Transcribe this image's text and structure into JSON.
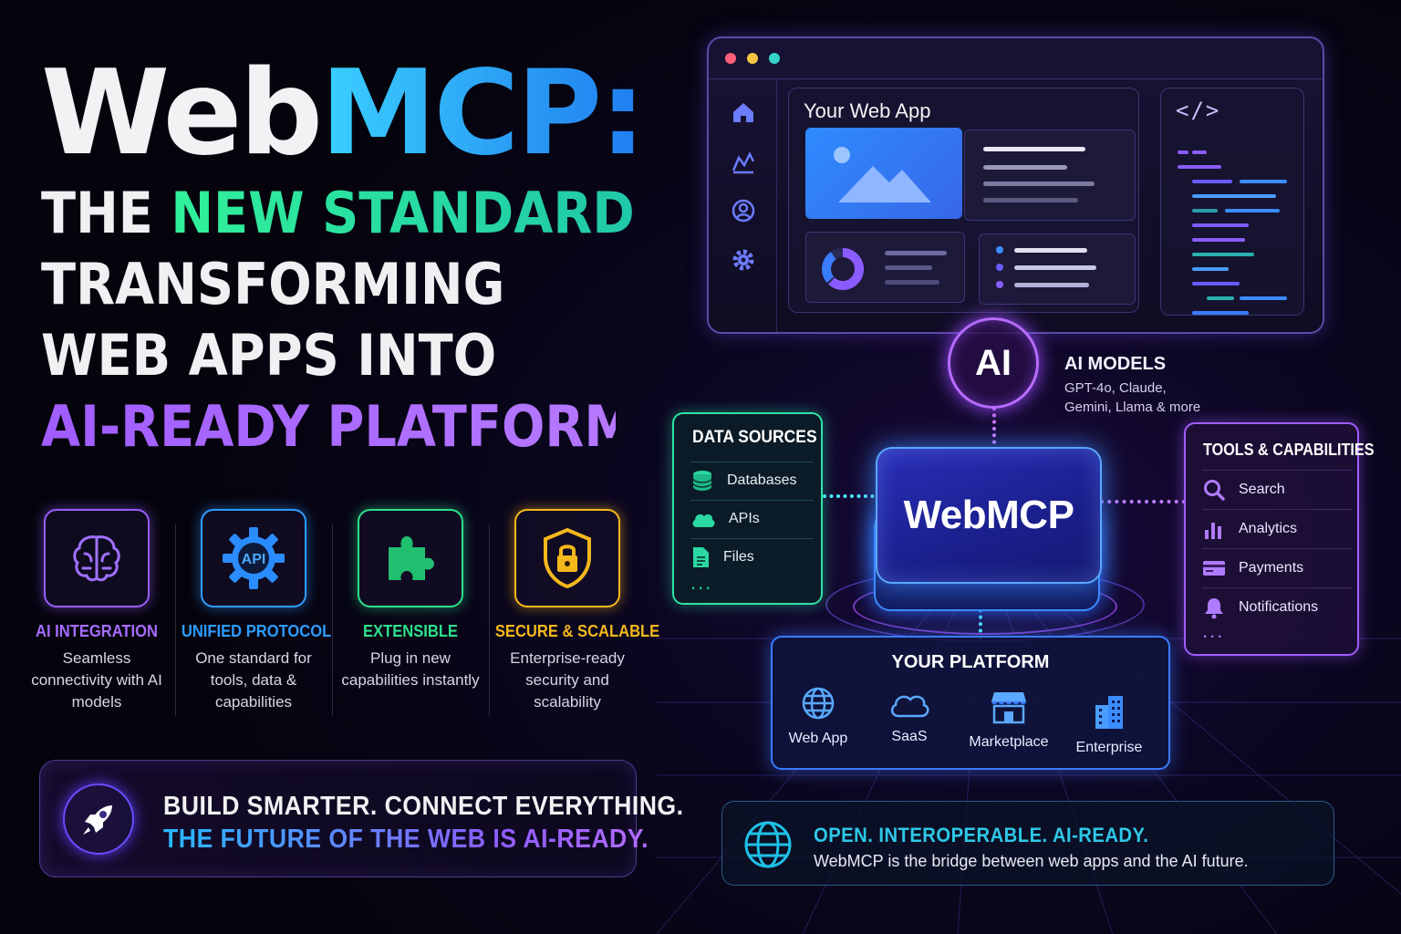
{
  "headline": {
    "title_part1": "Web",
    "title_part2": "MCP:",
    "line1_part1": "THE ",
    "line1_part2": "NEW STANDARD",
    "line2": "TRANSFORMING",
    "line3": "WEB APPS INTO",
    "line4": "AI-READY PLATFORMS"
  },
  "features": [
    {
      "icon": "brain-icon",
      "title": "AI INTEGRATION",
      "desc": "Seamless connectivity with AI models",
      "color": "#a66cff"
    },
    {
      "icon": "api-gear-icon",
      "title": "UNIFIED PROTOCOL",
      "desc": "One standard for tools, data & capabilities",
      "color": "#2e9cff"
    },
    {
      "icon": "puzzle-icon",
      "title": "EXTENSIBLE",
      "desc": "Plug in new capabilities instantly",
      "color": "#2ee08a"
    },
    {
      "icon": "shield-lock-icon",
      "title": "SECURE & SCALABLE",
      "desc": "Enterprise-ready security and scalability",
      "color": "#f5b81c"
    }
  ],
  "api_icon_text": "API",
  "banner_left": {
    "icon": "rocket-icon",
    "line1": "BUILD SMARTER. CONNECT EVERYTHING.",
    "line2": "THE FUTURE OF THE WEB IS AI-READY."
  },
  "browser": {
    "window_dots": [
      "#ff5f7a",
      "#f5c542",
      "#34d5c8"
    ],
    "sidebar_icons": [
      "home-icon",
      "analytics-icon",
      "user-icon",
      "settings-icon"
    ],
    "app_title": "Your Web App",
    "code_title": "</>"
  },
  "ai_node": {
    "label": "AI",
    "title": "AI MODELS",
    "desc": "GPT-4o, Claude, Gemini, Llama & more"
  },
  "core": {
    "label": "WebMCP"
  },
  "data_sources": {
    "title": "DATA SOURCES",
    "items": [
      {
        "icon": "database-icon",
        "label": "Databases"
      },
      {
        "icon": "cloud-icon",
        "label": "APIs"
      },
      {
        "icon": "file-icon",
        "label": "Files"
      }
    ],
    "more": "..."
  },
  "tools": {
    "title": "TOOLS & CAPABILITIES",
    "items": [
      {
        "icon": "search-icon",
        "label": "Search"
      },
      {
        "icon": "bar-chart-icon",
        "label": "Analytics"
      },
      {
        "icon": "credit-card-icon",
        "label": "Payments"
      },
      {
        "icon": "bell-icon",
        "label": "Notifications"
      }
    ],
    "more": "..."
  },
  "platform": {
    "title": "YOUR PLATFORM",
    "items": [
      {
        "icon": "globe-icon",
        "label": "Web App"
      },
      {
        "icon": "cloud-icon",
        "label": "SaaS"
      },
      {
        "icon": "store-icon",
        "label": "Marketplace"
      },
      {
        "icon": "building-icon",
        "label": "Enterprise"
      }
    ]
  },
  "banner_right": {
    "icon": "globe-icon",
    "title": "OPEN. INTEROPERABLE. AI-READY.",
    "desc": "WebMCP is the bridge between web apps and the AI future."
  }
}
